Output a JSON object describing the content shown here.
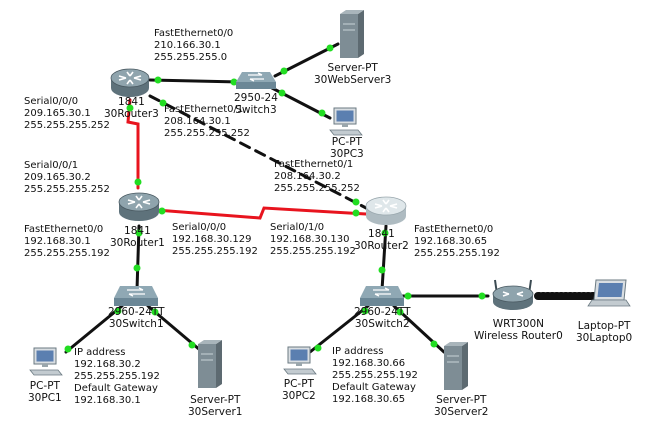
{
  "colors": {
    "link": "#111111",
    "serial": "#e8141e",
    "port_up": "#22dd22",
    "router_body": "#8fa4ad",
    "router_white": "#dfe7ea",
    "switch_body": "#6b8796",
    "server_body": "#7e8d95",
    "pc_screen": "#5b7fb0"
  },
  "devices": {
    "router3": {
      "model": "1841",
      "name": "30Router3"
    },
    "router1": {
      "model": "1841",
      "name": "30Router1"
    },
    "router2": {
      "model": "1841",
      "name": "30Router2"
    },
    "switch3": {
      "model": "2950-24",
      "name": "Switch3"
    },
    "switch1": {
      "model": "2960-24TT",
      "name": "30Switch1"
    },
    "switch2": {
      "model": "2960-24TT",
      "name": "30Switch2"
    },
    "webserver3": {
      "type": "Server-PT",
      "name": "30WebServer3"
    },
    "pc3": {
      "type": "PC-PT",
      "name": "30PC3"
    },
    "server1": {
      "type": "Server-PT",
      "name": "30Server1"
    },
    "server2": {
      "type": "Server-PT",
      "name": "30Server2"
    },
    "pc1": {
      "type": "PC-PT",
      "name": "30PC1"
    },
    "pc2": {
      "type": "PC-PT",
      "name": "30PC2"
    },
    "wireless_router": {
      "model": "WRT300N",
      "name": "Wireless Router0"
    },
    "laptop": {
      "type": "Laptop-PT",
      "name": "30Laptop0"
    }
  },
  "interfaces": {
    "r3_fa00": {
      "name": "FastEthernet0/0",
      "ip": "210.166.30.1",
      "mask": "255.255.255.0"
    },
    "r3_s000": {
      "name": "Serial0/0/0",
      "ip": "209.165.30.1",
      "mask": "255.255.255.252"
    },
    "r3_fa01": {
      "name": "FastEthernet0/1",
      "ip": "208.164.30.1",
      "mask": "255.255.255.252"
    },
    "r1_s001": {
      "name": "Serial0/0/1",
      "ip": "209.165.30.2",
      "mask": "255.255.255.252"
    },
    "r2_fa01": {
      "name": "FastEthernet0/1",
      "ip": "208.164.30.2",
      "mask": "255.255.255.252"
    },
    "r1_fa00": {
      "name": "FastEthernet0/0",
      "ip": "192.168.30.1",
      "mask": "255.255.255.192"
    },
    "r1_s00": {
      "name": "Serial0/0/0",
      "ip": "192.168.30.129",
      "mask": "255.255.255.192"
    },
    "r2_s010": {
      "name": "Serial0/1/0",
      "ip": "192.168.30.130",
      "mask": "255.255.255.192"
    },
    "r2_fa00": {
      "name": "FastEthernet0/0",
      "ip": "192.168.30.65",
      "mask": "255.255.255.192"
    }
  },
  "hosts": {
    "pc1": {
      "title": "IP address",
      "ip": "192.168.30.2",
      "mask": "255.255.255.192",
      "gw_label": "Default Gateway",
      "gw": "192.168.30.1"
    },
    "pc2": {
      "title": "IP address",
      "ip": "192.168.30.66",
      "mask": "255.255.255.192",
      "gw_label": "Default Gateway",
      "gw": "192.168.30.65"
    }
  }
}
